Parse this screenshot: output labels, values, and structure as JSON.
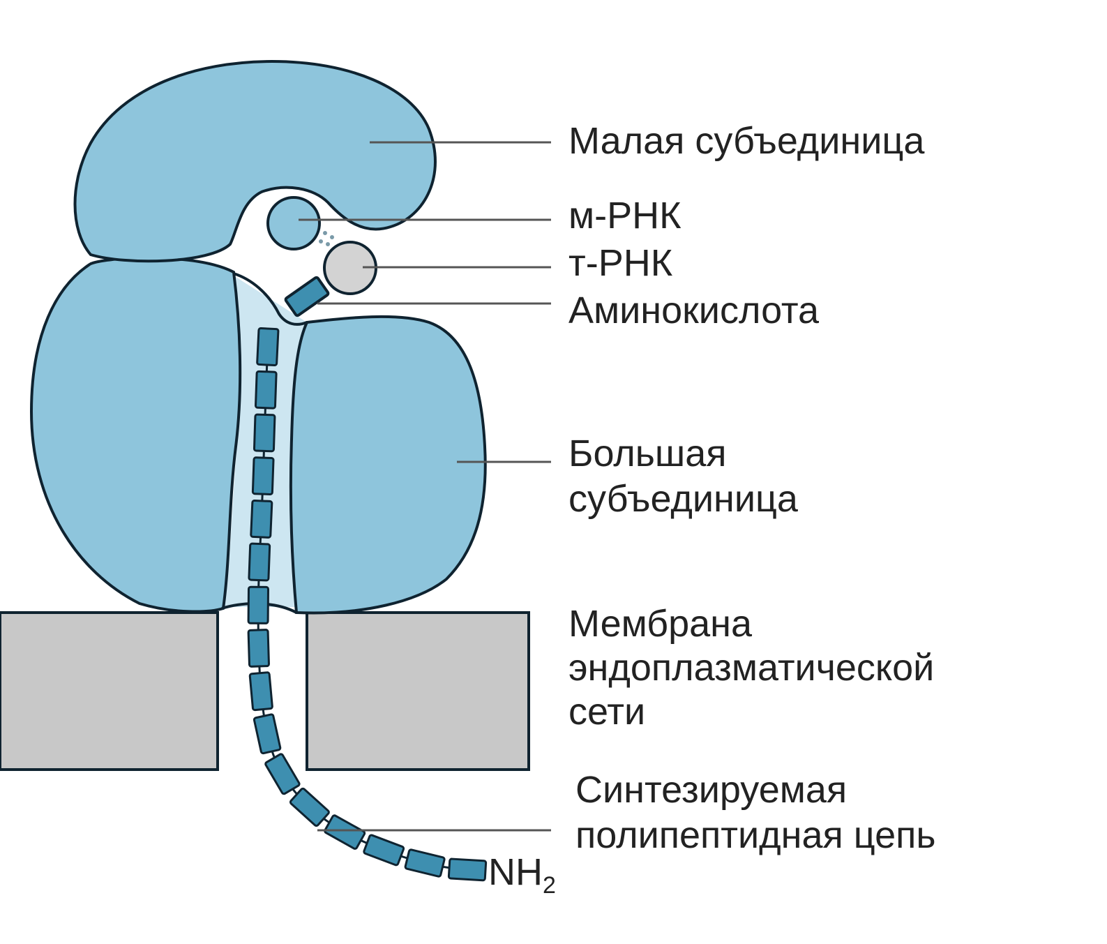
{
  "labels": {
    "small_subunit": "Малая субъединица",
    "mrna": "м-РНК",
    "trna": "т-РНК",
    "amino_acid": "Аминокислота",
    "large_subunit_1": "Большая",
    "large_subunit_2": "субъединица",
    "membrane_1": "Мембрана",
    "membrane_2": "эндоплазматической",
    "membrane_3": "сети",
    "chain_1": "Синтезируемая",
    "chain_2": "полипептидная цепь",
    "terminus": "NH",
    "terminus_sub": "2"
  },
  "colors": {
    "subunit_fill": "#8ec5dc",
    "channel_fill": "#cde6f1",
    "membrane_fill": "#c8c8c8",
    "trna_fill": "#d3d3d3",
    "bead_fill": "#3e8fb0",
    "outline": "#0f2330"
  }
}
